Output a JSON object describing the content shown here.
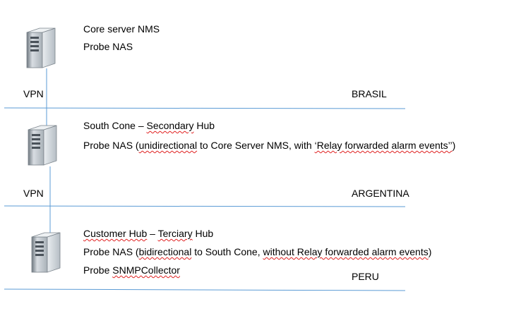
{
  "tiers": [
    {
      "region": "BRASIL",
      "link_label": "VPN",
      "title": {
        "pre": "Core server NMS",
        "sq": "",
        "post": ""
      },
      "lines": [
        {
          "pre": "Probe NAS",
          "sq": "",
          "post": ""
        }
      ]
    },
    {
      "region": "ARGENTINA",
      "link_label": "VPN",
      "title": {
        "pre": "South Cone – ",
        "sq": "Secondary",
        "post": " Hub"
      },
      "lines": [
        {
          "pre": "Probe NAS (",
          "sq": "unidirectional",
          "post": " to Core Server NMS, with "
        },
        {
          "pre": "",
          "sq": "‘Relay forwarded alarm events’’",
          "post": ")"
        }
      ]
    },
    {
      "region": "PERU",
      "link_label": "",
      "title": {
        "pre": "",
        "sq": "Customer Hub",
        "post": " – "
      },
      "title_extra": {
        "pre": "",
        "sq": "Terciary",
        "post": " Hub"
      },
      "lines": [
        {
          "pre": "Probe NAS  (",
          "sq": "bidirectional",
          "post": " to South Cone, "
        },
        {
          "pre": "",
          "sq": "without Relay forwarded alarm events",
          "post": ")"
        },
        {
          "pre": "Probe ",
          "sq": "SNMPCollector",
          "post": ""
        }
      ]
    }
  ],
  "colors": {
    "separator": "#5b9bd5",
    "connector": "#5b9bd5",
    "server_body": "#9aa3ab",
    "spellcheck": "#e02020"
  }
}
